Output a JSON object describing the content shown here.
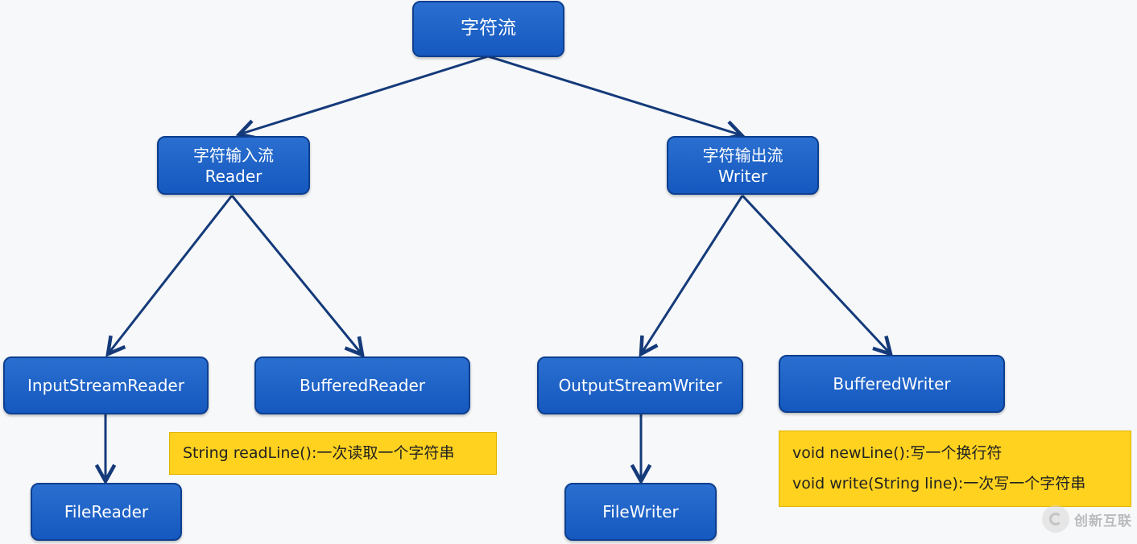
{
  "root": {
    "label": "字符流"
  },
  "reader": {
    "line1": "字符输入流",
    "line2": "Reader"
  },
  "writer": {
    "line1": "字符输出流",
    "line2": "Writer"
  },
  "input_stream_reader": {
    "label": "InputStreamReader"
  },
  "buffered_reader": {
    "label": "BufferedReader"
  },
  "output_stream_writer": {
    "label": "OutputStreamWriter"
  },
  "buffered_writer": {
    "label": "BufferedWriter"
  },
  "file_reader": {
    "label": "FileReader"
  },
  "file_writer": {
    "label": "FileWriter"
  },
  "reader_note": {
    "line1": "String readLine():一次读取一个字符串"
  },
  "writer_note": {
    "line1": "void newLine():写一个换行符",
    "line2": "void write(String line):一次写一个字符串"
  },
  "watermark": {
    "text": "创新互联"
  },
  "colors": {
    "node_fill": "#1a5fc8",
    "node_border": "#0d3f8f",
    "node_text": "#ffffff",
    "note_fill": "#ffd21f",
    "arrow": "#143a7a"
  }
}
